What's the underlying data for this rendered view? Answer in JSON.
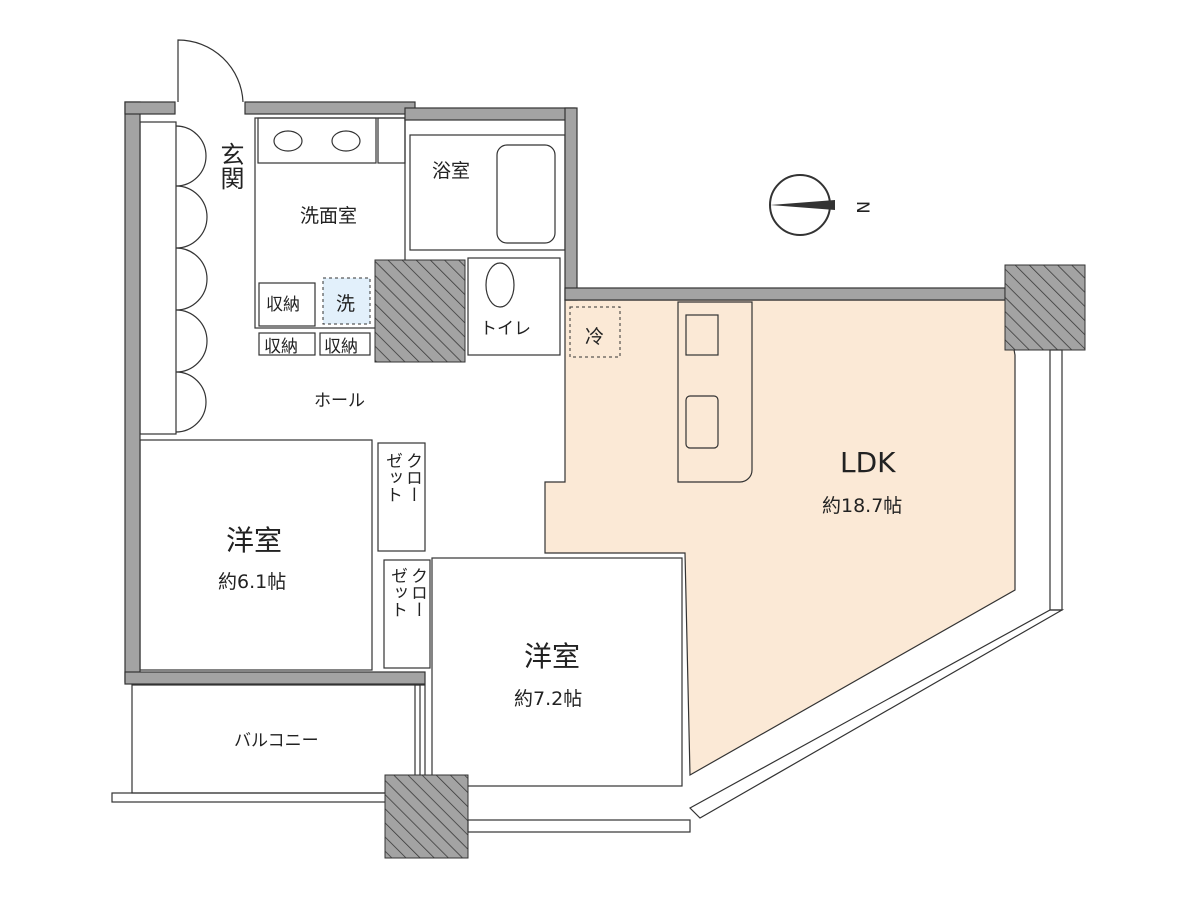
{
  "colors": {
    "wall": "#a3a3a3",
    "ldk": "#fbe9d6",
    "bedroom": "#fdfce4",
    "wet_area": "#e2f0fb",
    "storage": "#cfc3a8"
  },
  "rooms": {
    "entrance": "玄関",
    "washroom": "洗面室",
    "bathroom": "浴室",
    "washer": "洗",
    "storage_1": "収納",
    "storage_2": "収納",
    "storage_3": "収納",
    "toilet": "トイレ",
    "fridge": "冷",
    "hall": "ホール",
    "ldk_name": "LDK",
    "ldk_size": "約18.7帖",
    "bedroom1_name": "洋室",
    "bedroom1_size": "約6.1帖",
    "bedroom2_name": "洋室",
    "bedroom2_size": "約7.2帖",
    "closet1_a": "クロー",
    "closet1_b": "ゼット",
    "closet2_a": "クロー",
    "closet2_b": "ゼット",
    "balcony": "バルコニー"
  },
  "compass": {
    "label": "N"
  }
}
